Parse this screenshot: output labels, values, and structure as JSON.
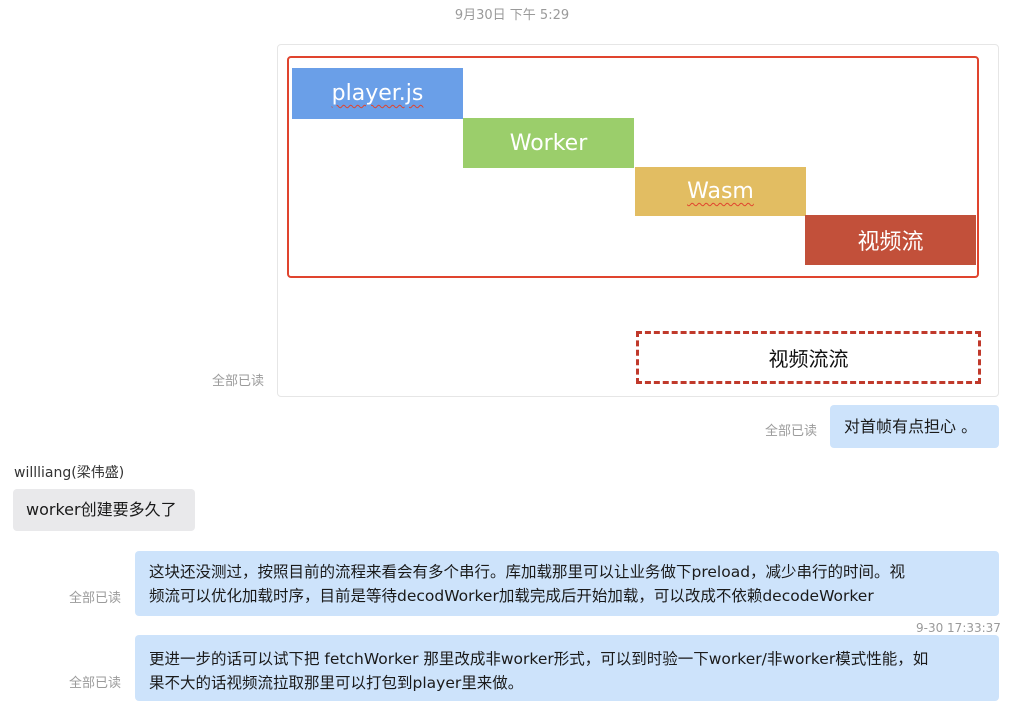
{
  "header": {
    "timestamp": "9月30日 下午 5:29"
  },
  "image_message": {
    "steps": [
      {
        "label": "player.js",
        "color": "#6a9fe8"
      },
      {
        "label": "Worker",
        "color": "#9bce6b"
      },
      {
        "label": "Wasm",
        "color": "#e2bd62"
      },
      {
        "label": "视频流",
        "color": "#c2503a"
      }
    ],
    "dashed_label": "视频流流",
    "read_status": "全部已读"
  },
  "messages": [
    {
      "text": "对首帧有点担心 。",
      "read_status": "全部已读"
    },
    {
      "sender": "willliang(梁伟盛)",
      "text": "worker创建要多久了"
    },
    {
      "text_line1": "这块还没测过，按照目前的流程来看会有多个串行。库加载那里可以让业务做下preload，减少串行的时间。视",
      "text_line2": "频流可以优化加载时序，目前是等待decodWorker加载完成后开始加载，可以改成不依赖decodeWorker",
      "read_status": "全部已读"
    },
    {
      "timestamp": "9-30 17:33:37",
      "text_line1": "更进一步的话可以试下把 fetchWorker 那里改成非worker形式，可以到时验一下worker/非worker模式性能，如",
      "text_line2": "果不大的话视频流拉取那里可以打包到player里来做。",
      "read_status": "全部已读"
    }
  ]
}
